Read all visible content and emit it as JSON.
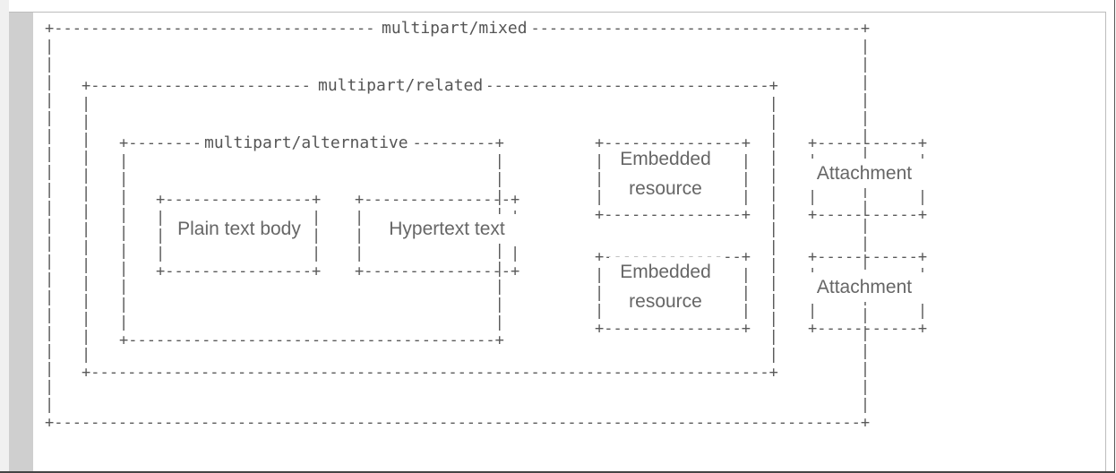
{
  "diagram": {
    "labels": {
      "mixed": "multipart/mixed",
      "related": "multipart/related",
      "alternative": "multipart/alternative"
    },
    "parts": {
      "plain": "Plain text body",
      "hypertext": "Hypertext text",
      "embedded1": "Embedded resource",
      "embedded2": "Embedded resource",
      "attachment1": "Attachment",
      "attachment2": "Attachment"
    }
  }
}
